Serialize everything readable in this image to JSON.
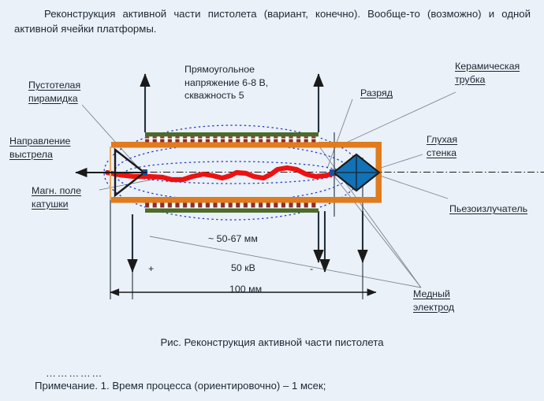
{
  "document": {
    "intro": "Реконструкция  активной  части  пистолета  (вариант,  конечно).  Вообще-то (возможно) и одной активной ячейки платформы.",
    "caption": "Рис.  Реконструкция активной части пистолета",
    "note_dots": "……………",
    "note": "Примечание. 1. Время процесса (ориентировочно) – 1 мсек;"
  },
  "diagram": {
    "labels": {
      "pyramid": {
        "line1": "Пустотелая",
        "line2": "пирамидка"
      },
      "shot_direction": {
        "line1": "Направление",
        "line2": "выстрела"
      },
      "coil_field": {
        "line1": "Магн. поле",
        "line2": "катушки"
      },
      "pulse_voltage": {
        "line1": "Прямоугольное",
        "line2": "напряжение 6-8 В,",
        "line3": "скважность 5"
      },
      "discharge": {
        "line1": "Разряд"
      },
      "ceramic_tube": {
        "line1": "Керамическая",
        "line2": "трубка"
      },
      "blind_wall": {
        "line1": "Глухая",
        "line2": "стенка"
      },
      "piezo_emitter": {
        "line1": "Пьезоизлучатель"
      },
      "copper_electrode": {
        "line1": "Медный",
        "line2": "электрод"
      }
    },
    "dimensions": {
      "tube_inner": "~ 50-67 мм",
      "voltage": "50 кВ",
      "total_length": "100 мм",
      "polarity_plus": "+",
      "polarity_minus": "-"
    },
    "colors": {
      "background": "#eaf1f8",
      "tube_wall": "#e07b1e",
      "coil_bar": "#4a6b2a",
      "coil_winding": "#8e2d2d",
      "discharge": "#ee1111",
      "field_line": "#2233cc",
      "piezo": "#1272b5",
      "outline": "#1a1a1a",
      "leader": "#7a8491"
    }
  }
}
